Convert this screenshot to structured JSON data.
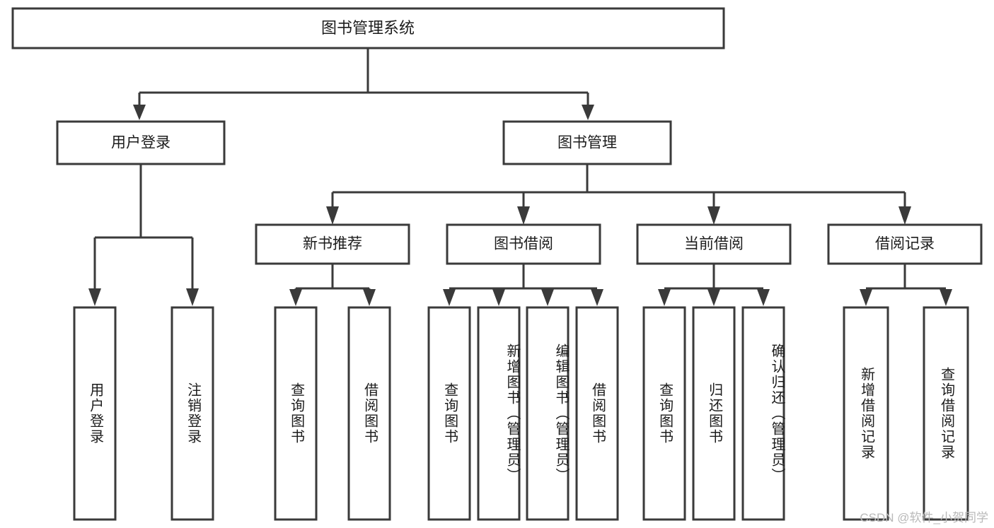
{
  "diagram": {
    "title": "图书管理系统",
    "type": "tree",
    "orientation": "top-down",
    "style": {
      "box_fill": "#ffffff",
      "box_stroke": "#3a3a3a",
      "text_color": "#1c1c1c",
      "connector_color": "#3a3a3a",
      "background": "#ffffff"
    },
    "root": {
      "label": "图书管理系统"
    },
    "level2": [
      {
        "label": "用户登录"
      },
      {
        "label": "图书管理"
      }
    ],
    "level3": [
      {
        "label": "新书推荐"
      },
      {
        "label": "图书借阅"
      },
      {
        "label": "当前借阅"
      },
      {
        "label": "借阅记录"
      }
    ],
    "leaves": {
      "user_login": [
        {
          "label": "用户登录"
        },
        {
          "label": "注销登录"
        }
      ],
      "new_book_recommend": [
        {
          "label": "查询图书"
        },
        {
          "label": "借阅图书"
        }
      ],
      "book_borrow": [
        {
          "label": "查询图书"
        },
        {
          "label": "新增图书（管理员）"
        },
        {
          "label": "编辑图书（管理员）"
        },
        {
          "label": "借阅图书"
        }
      ],
      "current_borrow": [
        {
          "label": "查询图书"
        },
        {
          "label": "归还图书"
        },
        {
          "label": "确认归还（管理员）"
        }
      ],
      "borrow_record": [
        {
          "label": "新增借阅记录"
        },
        {
          "label": "查询借阅记录"
        }
      ]
    },
    "watermark": "CSDN @软件_小贺同学"
  }
}
